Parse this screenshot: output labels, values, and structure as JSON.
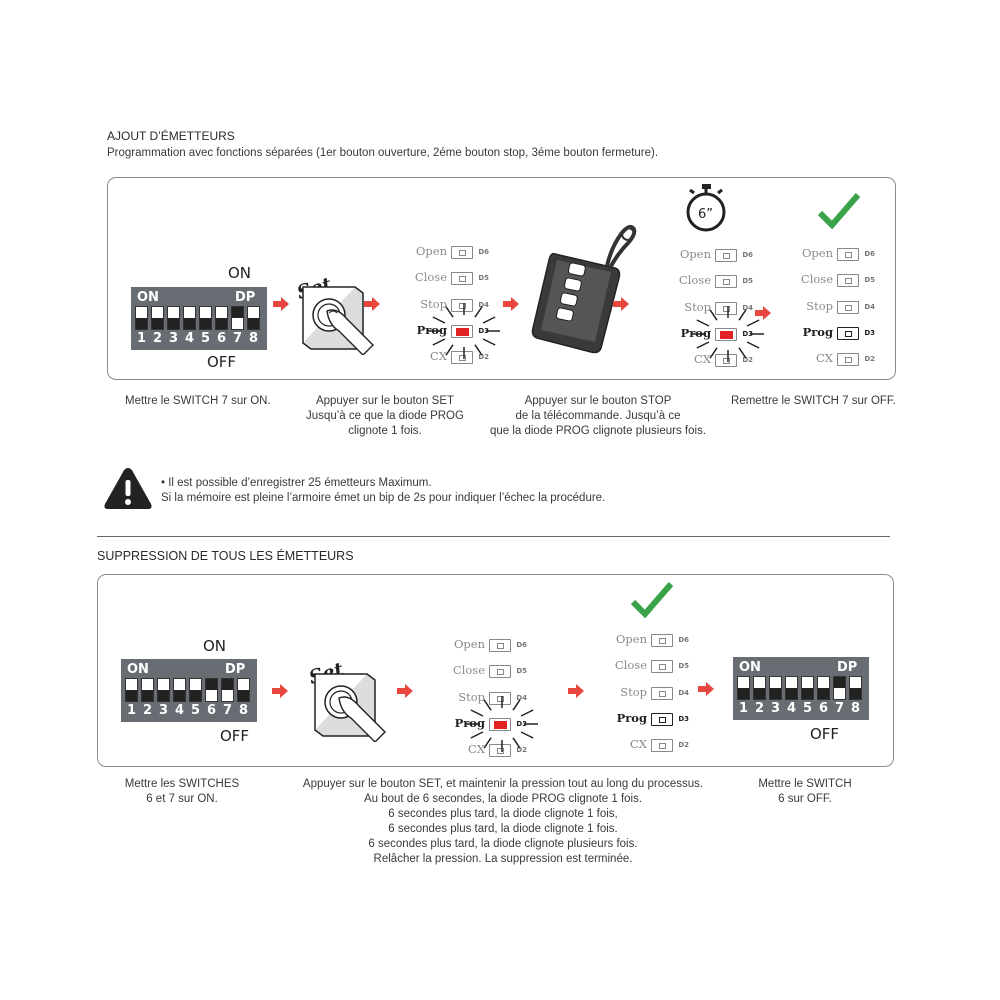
{
  "section1": {
    "title": "AJOUT D’ÉMETTEURS",
    "subtitle": "Programmation avec fonctions séparées (1er bouton ouverture, 2éme bouton stop, 3éme bouton fermeture).",
    "captions": {
      "step1": "Mettre le SWITCH 7 sur ON.",
      "step2": [
        "Appuyer sur le bouton SET",
        "Jusqu’à ce que la diode PROG",
        "clignote 1 fois."
      ],
      "step3": [
        "Appuyer sur le bouton STOP",
        "de la télécommande. Jusqu’à ce",
        "que la diode PROG clignote plusieurs fois."
      ],
      "step4": "Remettre le SWITCH 7 sur OFF."
    },
    "timer": "6”"
  },
  "dip": {
    "on": "ON",
    "off": "OFF",
    "label_on": "ON",
    "label_dp": "DP",
    "numbers": [
      "1",
      "2",
      "3",
      "4",
      "5",
      "6",
      "7",
      "8"
    ]
  },
  "set_label": "Set",
  "leds": {
    "labels": [
      "Open",
      "Close",
      "Stop",
      "Prog",
      "CX"
    ],
    "codes": [
      "D6",
      "D5",
      "D4",
      "D3",
      "D2"
    ]
  },
  "warning": {
    "line1": "• Il est possible d’enregistrer 25 émetteurs Maximum.",
    "line2": "Si la mémoire est pleine l’armoire émet un bip de 2s pour indiquer l’échec la procédure."
  },
  "section2": {
    "title": "SUPPRESSION DE TOUS LES ÉMETTEURS",
    "captions": {
      "step1": [
        "Mettre les SWITCHES",
        "6 et 7 sur ON."
      ],
      "step2": [
        "Appuyer sur le bouton SET, et maintenir la pression tout au long du processus.",
        "Au bout de 6 secondes, la diode PROG clignote 1 fois.",
        "6 secondes plus tard, la diode clignote 1 fois,",
        "6 secondes plus tard, la diode clignote 1 fois.",
        "6 secondes plus tard, la diode clignote plusieurs fois.",
        "Relâcher la pression. La suppression est terminée."
      ],
      "step3": [
        "Mettre le SWITCH",
        "6 sur OFF."
      ]
    }
  },
  "colors": {
    "arrow": "#e8473f",
    "check": "#3aa34a",
    "dip": "#676d72",
    "led_red": "#e02424"
  }
}
